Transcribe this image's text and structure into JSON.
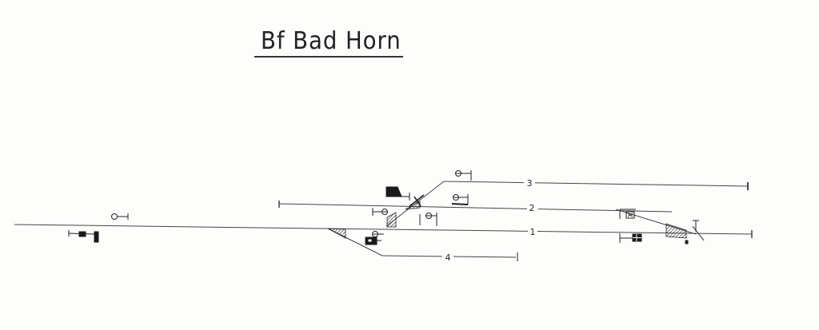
{
  "title": "Bf  Bad Horn",
  "tracks": [
    {
      "label": "3"
    },
    {
      "label": "2"
    },
    {
      "label": "1"
    },
    {
      "label": "4"
    }
  ],
  "colors": {
    "ink": "#222222",
    "line": "#444444",
    "paper": "#fdfdfb"
  }
}
